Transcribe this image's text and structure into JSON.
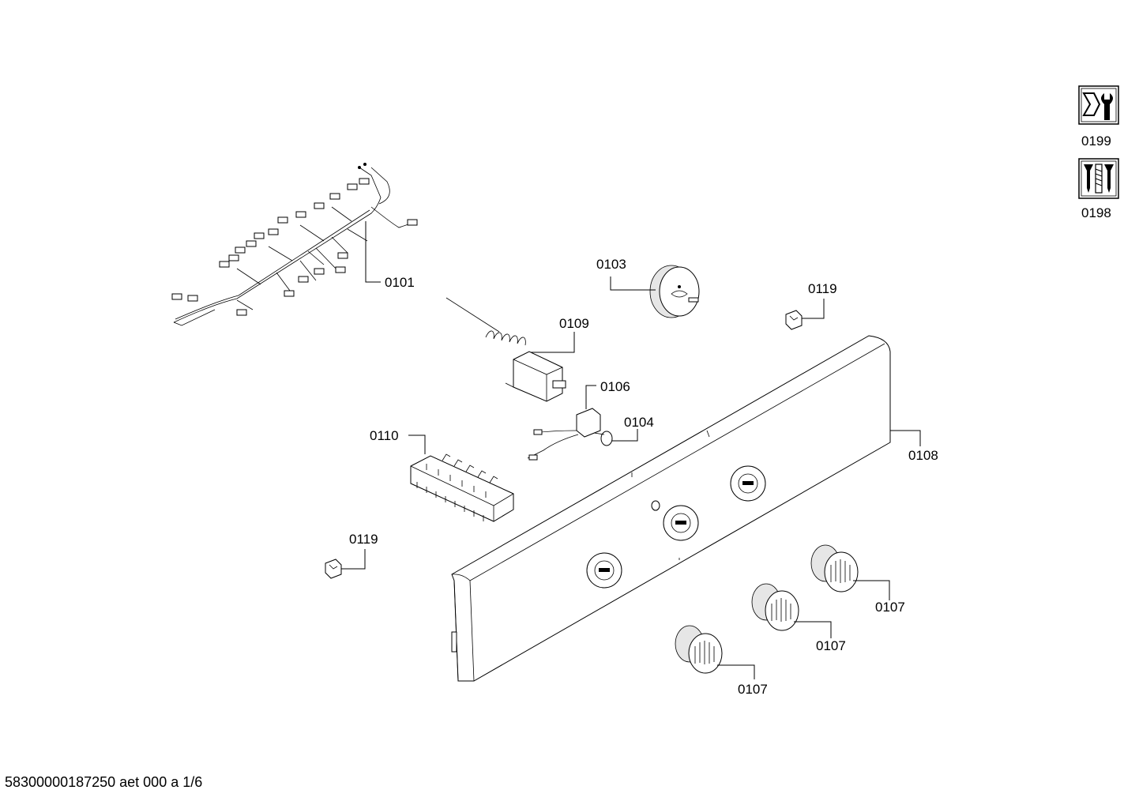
{
  "diagram": {
    "callouts": {
      "wiring_harness": "0101",
      "timer": "0103",
      "switch_0104": "0104",
      "switch_0106": "0106",
      "knob_1": "0107",
      "knob_2": "0107",
      "knob_3": "0107",
      "control_panel": "0108",
      "thermostat": "0109",
      "terminal_block": "0110",
      "clip_right": "0119",
      "clip_left": "0119"
    },
    "side_icons": [
      {
        "icon": "tools-icon",
        "label": "0199"
      },
      {
        "icon": "screws-icon",
        "label": "0198"
      }
    ]
  },
  "footer": {
    "text": "58300000187250 aet 000 a 1/6"
  }
}
